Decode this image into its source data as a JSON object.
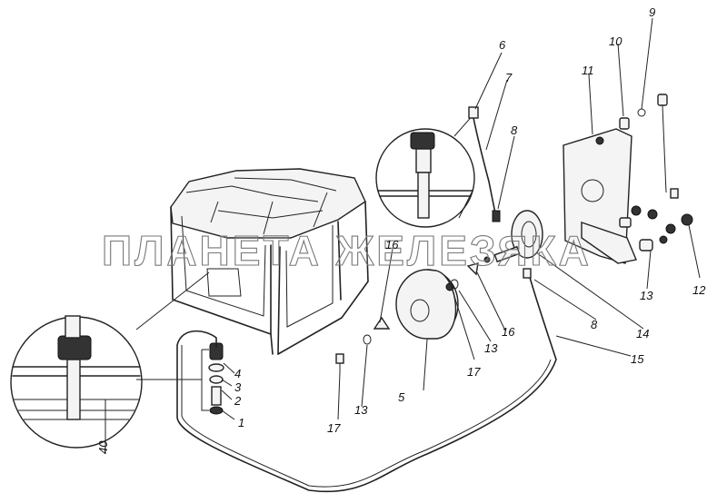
{
  "watermark": "ПЛАНЕТА ЖЕЛЕЗЯКА",
  "callouts": {
    "c1": "1",
    "c2": "2",
    "c3": "3",
    "c4": "4",
    "c5": "5",
    "c6": "6",
    "c7": "7",
    "c8a": "8",
    "c8b": "8",
    "c9": "9",
    "c10": "10",
    "c11": "11",
    "c12": "12",
    "c13a": "13",
    "c13b": "13",
    "c13c": "13",
    "c14": "14",
    "c15": "15",
    "c16a": "16",
    "c16b": "16",
    "c17a": "17",
    "c17b": "17",
    "c40": "40"
  }
}
